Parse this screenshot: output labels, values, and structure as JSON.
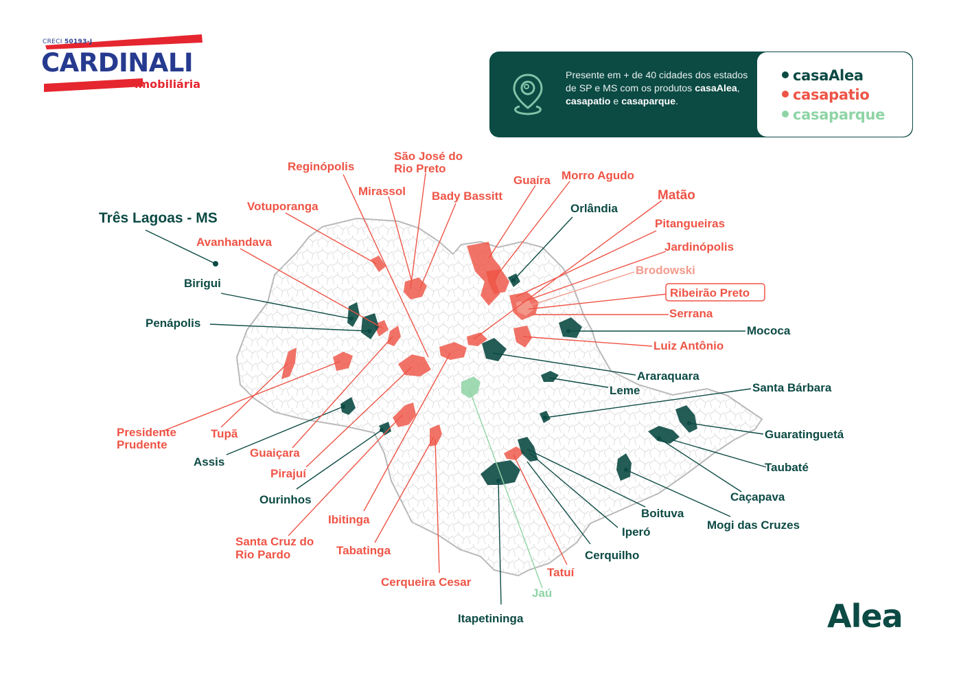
{
  "brand": {
    "creci_label": "CRECI",
    "creci_number": "50193-J",
    "name": "CARDINALI",
    "subtitle": "imobiliária"
  },
  "banner": {
    "text_1": "Presente em + de 40 cidades dos estados de SP e MS com os produtos ",
    "product_1": "casaAlea",
    "sep_1": ", ",
    "product_2": "casapatio",
    "sep_2": " e ",
    "product_3": "casaparque",
    "end": "."
  },
  "legend": [
    {
      "label": "casaAlea",
      "color": "#0c4a44"
    },
    {
      "label": "casapatio",
      "color": "#ee5446"
    },
    {
      "label": "casaparque",
      "color": "#8fd4a5"
    }
  ],
  "colors": {
    "casaAlea": "#0c4a44",
    "casapatio": "#ee5446",
    "casaparque": "#8fd4a5",
    "brodowski": "#f39a8c"
  },
  "cities": [
    {
      "name": "Três Lagoas - MS",
      "product": "casaAlea"
    },
    {
      "name": "Birigui",
      "product": "casaAlea"
    },
    {
      "name": "Penápolis",
      "product": "casaAlea"
    },
    {
      "name": "Assis",
      "product": "casaAlea"
    },
    {
      "name": "Ourinhos",
      "product": "casaAlea"
    },
    {
      "name": "Itapetininga",
      "product": "casaAlea"
    },
    {
      "name": "Cerquilho",
      "product": "casaAlea"
    },
    {
      "name": "Iperó",
      "product": "casaAlea"
    },
    {
      "name": "Boituva",
      "product": "casaAlea"
    },
    {
      "name": "Mogi das Cruzes",
      "product": "casaAlea"
    },
    {
      "name": "Caçapava",
      "product": "casaAlea"
    },
    {
      "name": "Taubaté",
      "product": "casaAlea"
    },
    {
      "name": "Guaratinguetá",
      "product": "casaAlea"
    },
    {
      "name": "Santa Bárbara",
      "product": "casaAlea"
    },
    {
      "name": "Leme",
      "product": "casaAlea"
    },
    {
      "name": "Araraquara",
      "product": "casaAlea"
    },
    {
      "name": "Mococa",
      "product": "casaAlea"
    },
    {
      "name": "Orlândia",
      "product": "casaAlea"
    },
    {
      "name": "Reginópolis",
      "product": "casapatio"
    },
    {
      "name": "São José do Rio Preto",
      "product": "casapatio"
    },
    {
      "name": "Mirassol",
      "product": "casapatio"
    },
    {
      "name": "Bady Bassitt",
      "product": "casapatio"
    },
    {
      "name": "Votuporanga",
      "product": "casapatio"
    },
    {
      "name": "Avanhandava",
      "product": "casapatio"
    },
    {
      "name": "Guaíra",
      "product": "casapatio"
    },
    {
      "name": "Morro Agudo",
      "product": "casapatio"
    },
    {
      "name": "Matão",
      "product": "casapatio"
    },
    {
      "name": "Pitangueiras",
      "product": "casapatio"
    },
    {
      "name": "Jardinópolis",
      "product": "casapatio"
    },
    {
      "name": "Brodowski",
      "product": "casapatio"
    },
    {
      "name": "Ribeirão Preto",
      "product": "casapatio"
    },
    {
      "name": "Serrana",
      "product": "casapatio"
    },
    {
      "name": "Luiz Antônio",
      "product": "casapatio"
    },
    {
      "name": "Presidente Prudente",
      "product": "casapatio"
    },
    {
      "name": "Tupã",
      "product": "casapatio"
    },
    {
      "name": "Guaiçara",
      "product": "casapatio"
    },
    {
      "name": "Pirajuí",
      "product": "casapatio"
    },
    {
      "name": "Ibitinga",
      "product": "casapatio"
    },
    {
      "name": "Santa Cruz do Rio Pardo",
      "product": "casapatio"
    },
    {
      "name": "Tabatinga",
      "product": "casapatio"
    },
    {
      "name": "Cerqueira Cesar",
      "product": "casapatio"
    },
    {
      "name": "Tatuí",
      "product": "casapatio"
    },
    {
      "name": "Jaú",
      "product": "casaparque"
    }
  ],
  "labels": {
    "tres_lagoas": "Três Lagoas - MS",
    "birigui": "Birigui",
    "penapolis": "Penápolis",
    "assis": "Assis",
    "ourinhos": "Ourinhos",
    "itapetininga": "Itapetininga",
    "cerquilho": "Cerquilho",
    "ipero": "Iperó",
    "boituva": "Boituva",
    "mogi": "Mogi das Cruzes",
    "cacapava": "Caçapava",
    "taubate": "Taubaté",
    "guaratingueta": "Guaratinguetá",
    "santa_barbara": "Santa Bárbara",
    "leme": "Leme",
    "araraquara": "Araraquara",
    "mococa": "Mococa",
    "orlandia": "Orlândia",
    "reginopolis": "Reginópolis",
    "sjrp_1": "São José do",
    "sjrp_2": "Rio Preto",
    "mirassol": "Mirassol",
    "bady": "Bady Bassitt",
    "votuporanga": "Votuporanga",
    "avanhandava": "Avanhandava",
    "guaira": "Guaíra",
    "morro_agudo": "Morro Agudo",
    "matao": "Matão",
    "pitangueiras": "Pitangueiras",
    "jardinopolis": "Jardinópolis",
    "brodowski": "Brodowski",
    "ribeirao": "Ribeirão Preto",
    "serrana": "Serrana",
    "luiz_antonio": "Luiz Antônio",
    "pp_1": "Presidente",
    "pp_2": "Prudente",
    "tupa": "Tupã",
    "guaicara": "Guaiçara",
    "pirajui": "Pirajuí",
    "ibitinga": "Ibitinga",
    "scrp_1": "Santa Cruz do",
    "scrp_2": "Rio Pardo",
    "tabatinga": "Tabatinga",
    "cerqueira": "Cerqueira Cesar",
    "tatui": "Tatuí",
    "jau": "Jaú"
  },
  "logo": {
    "text": "Alea"
  }
}
